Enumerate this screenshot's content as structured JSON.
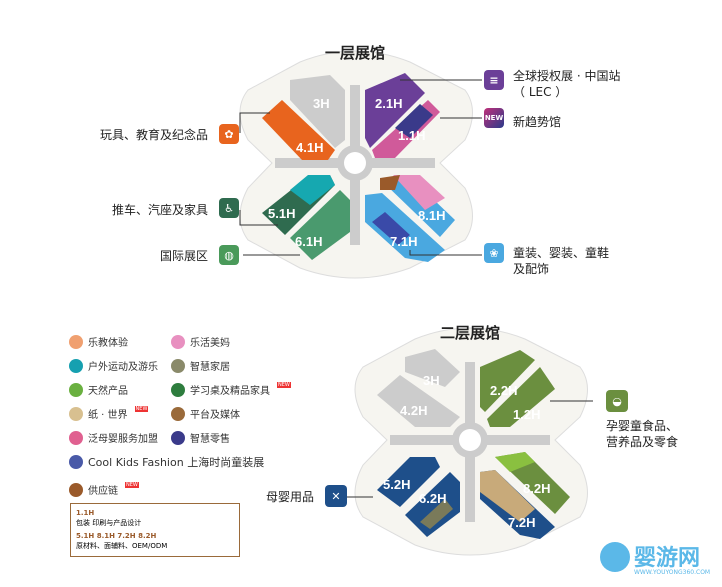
{
  "floor1": {
    "title": "一层展馆",
    "halls": [
      "3H",
      "4.1H",
      "2.1H",
      "1.1H",
      "5.1H",
      "6.1H",
      "8.1H",
      "7.1H"
    ],
    "callouts": [
      {
        "label": "玩具、教育及纪念品",
        "color": "#e8641e",
        "icon": "toy-icon"
      },
      {
        "label": "推车、汽座及家具",
        "color": "#2f6b4f",
        "icon": "stroller-icon"
      },
      {
        "label": "国际展区",
        "color": "#4a9a5a",
        "icon": "globe-icon"
      },
      {
        "label": "全球授权展 · 中国站",
        "label2": "（ LEC ）",
        "color": "#6b3f98",
        "icon": "lec-icon"
      },
      {
        "label": "新趋势馆",
        "color": "#5a2d8a",
        "icon": "new-icon",
        "icon_text": "NEW"
      },
      {
        "label": "童装、婴装、童鞋",
        "label2": "及配饰",
        "color": "#4aa8e0",
        "icon": "clothing-icon"
      }
    ]
  },
  "floor2": {
    "title": "二层展馆",
    "halls": [
      "3H",
      "4.2H",
      "2.2H",
      "1.2H",
      "5.2H",
      "6.2H",
      "7.2H",
      "8.2H"
    ],
    "callouts": [
      {
        "label": "孕婴童食品、",
        "label2": "营养品及零食",
        "color": "#6b8f3f",
        "icon": "food-icon"
      },
      {
        "label": "母婴用品",
        "color": "#1e4f8a",
        "icon": "baby-products-icon"
      }
    ]
  },
  "legend": [
    {
      "label": "乐教体验",
      "color": "#f0a070",
      "new": false
    },
    {
      "label": "乐活美妈",
      "color": "#e890c0",
      "new": false
    },
    {
      "label": "户外运动及游乐",
      "color": "#16a0b0",
      "new": false
    },
    {
      "label": "智慧家居",
      "color": "#8a8a6a",
      "new": false
    },
    {
      "label": "天然产品",
      "color": "#6ab040",
      "new": false
    },
    {
      "label": "学习桌及精品家具",
      "color": "#2e7d3e",
      "new": true
    },
    {
      "label": "纸 · 世界",
      "color": "#d8c090",
      "new": true
    },
    {
      "label": "平台及媒体",
      "color": "#9a6a3a",
      "new": false
    },
    {
      "label": "泛母婴服务加盟",
      "color": "#e06090",
      "new": false
    },
    {
      "label": "智慧零售",
      "color": "#3a3a8a",
      "new": false
    },
    {
      "label": "Cool Kids Fashion 上海时尚童装展",
      "color": "#4a5aa8",
      "new": false
    },
    {
      "label": "供应链",
      "color": "#9a5a2a",
      "new": true
    }
  ],
  "new_badge": "NEW",
  "supply_box": {
    "line1": "1.1H",
    "line2": "包装 印刷与产品设计",
    "line3": "5.1H 8.1H 7.2H 8.2H",
    "line4": "原材料、面辅料、OEM/ODM"
  },
  "logo": {
    "text": "婴游网",
    "url_text": "WWW.YOUYONG360.COM"
  }
}
